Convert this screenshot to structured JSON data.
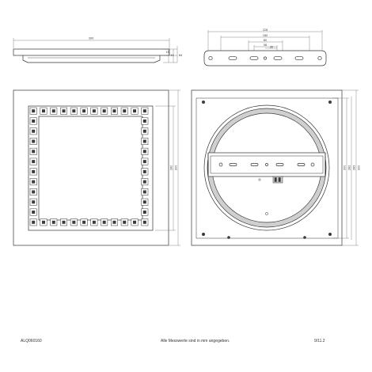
{
  "footer": {
    "doc_id": "ALQ060160",
    "note": "Alle Messwerte sind in mm angegeben.",
    "sheet": "9/11.2"
  },
  "dimensions": {
    "top_side_width": "300",
    "top_side_h1": "15",
    "top_side_h2": "44",
    "top_side_h3": "64",
    "bracket_total": "228",
    "bracket_d1": "180",
    "bracket_d2": "80",
    "bracket_d3": "58",
    "bracket_d4": "30",
    "front_h1": "280",
    "front_h2": "300",
    "back_h1": "300",
    "back_h2": "282",
    "back_h3": "285",
    "back_h4": "300"
  },
  "led_grid": {
    "per_side": 12
  },
  "colors": {
    "line": "#333333",
    "dim_line": "#555555",
    "fill_dark": "#3a3a3a",
    "fill_light": "#cfcfcf"
  }
}
